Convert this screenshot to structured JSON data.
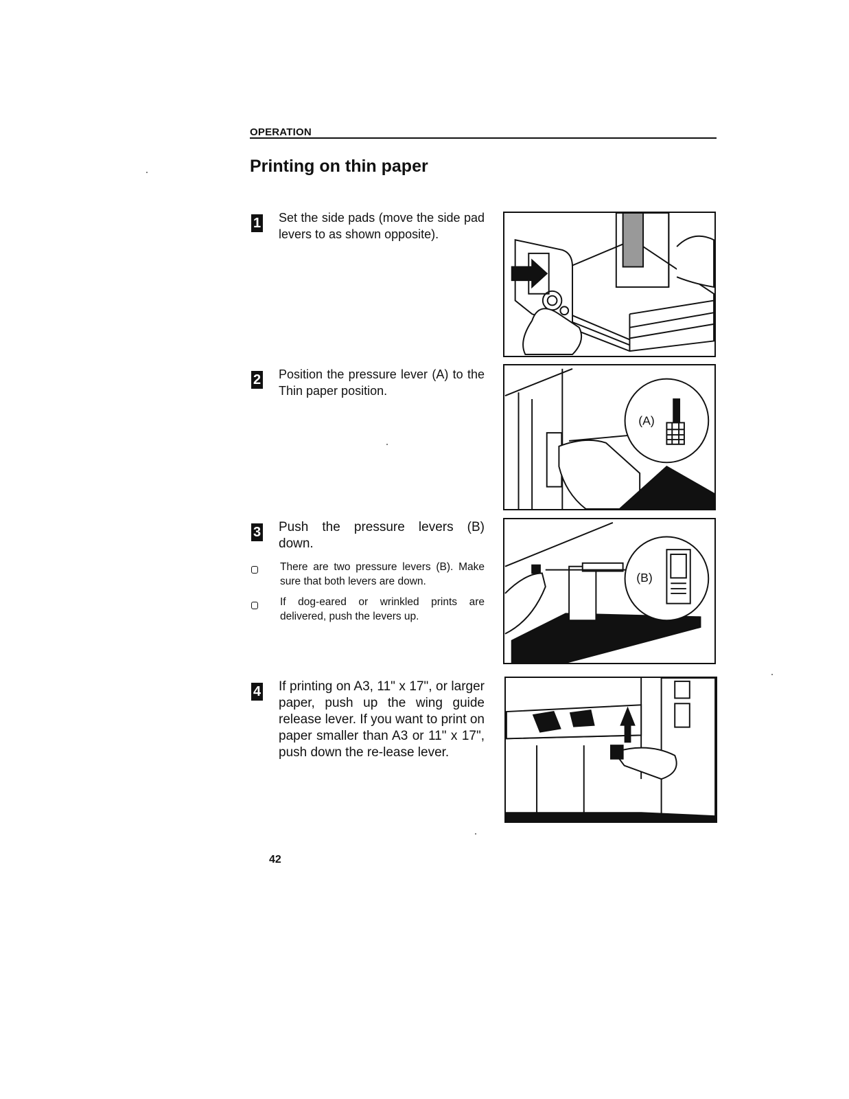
{
  "header": {
    "section": "OPERATION"
  },
  "title": "Printing on thin paper",
  "steps": [
    {
      "number": "1",
      "text": "Set the side pads (move the side pad levers to as shown opposite)."
    },
    {
      "number": "2",
      "text": "Position the pressure lever (A) to the Thin paper position.",
      "callout": "(A)"
    },
    {
      "number": "3",
      "text": "Push the pressure levers (B) down.",
      "callout": "(B)",
      "notes": [
        "There are two pressure levers (B). Make sure that both levers are down.",
        "If dog-eared or wrinkled prints are delivered, push the levers up."
      ]
    },
    {
      "number": "4",
      "text": "If printing on A3, 11\" x 17\", or larger paper, push up the wing guide release lever. If you want to print on paper smaller than A3 or 11\" x 17\", push down the re-lease lever."
    }
  ],
  "page_number": "42"
}
